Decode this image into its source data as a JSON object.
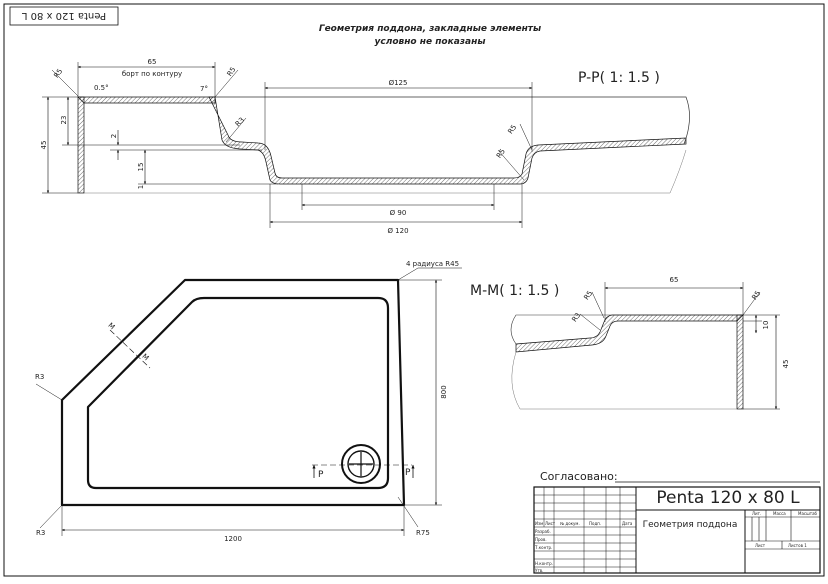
{
  "corner_stamp": "Penta 120 x 80 L",
  "note": {
    "line1": "Геометрия поддона, закладные элементы",
    "line2": "условно не показаны"
  },
  "section_pp": {
    "title": "P-P( 1: 1.5 )",
    "dims": {
      "top_width": "65",
      "rim_label": "борт по контуру",
      "r5_left": "R5",
      "angle": "0.5°",
      "angle7": "7°",
      "r5_right": "R5",
      "r3_wall": "R3",
      "diam125": "Ø125",
      "r5_mid": "R5",
      "r5_low": "R5",
      "h45": "45",
      "h23": "23",
      "h2": "2",
      "h15": "15",
      "h1": "1",
      "diam90": "Ø 90",
      "diam120": "Ø 120"
    }
  },
  "plan": {
    "radius_note": "4 радиуса R45",
    "r3_top": "R3",
    "r3_bottom": "R3",
    "r75": "R75",
    "width": "1200",
    "height": "800",
    "mark_m1": "M",
    "mark_m2": "M",
    "mark_p1": "P",
    "mark_p2": "P"
  },
  "section_mm": {
    "title": "M-M( 1: 1.5 )",
    "dims": {
      "width65": "65",
      "r5_a": "R5",
      "r5_b": "R5",
      "r3": "R3",
      "h10": "10",
      "h45": "45"
    }
  },
  "title_block": {
    "approval": "Согласовано:",
    "product": "Penta 120 x 80 L",
    "drawing_name": "Геометрия поддона",
    "col_headers": [
      "Изм",
      "Лист",
      "№ докум.",
      "Подп.",
      "Дата"
    ],
    "row_labels": [
      "Разраб.",
      "Пров.",
      "Т.контр.",
      "",
      "Н.контр.",
      "Утв."
    ],
    "lit_label": "Лит.",
    "mass_label": "Масса",
    "scale_label": "Масштаб",
    "sheet_label": "Лист",
    "sheets_label": "Листов 1"
  }
}
